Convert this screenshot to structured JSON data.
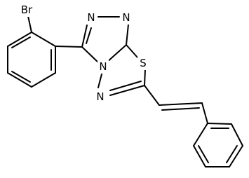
{
  "structure": {
    "atoms": [
      {
        "id": "br",
        "label": "Br"
      },
      {
        "id": "n1",
        "label": "N"
      },
      {
        "id": "n2",
        "label": "N"
      },
      {
        "id": "n3",
        "label": "N"
      },
      {
        "id": "n4",
        "label": "N"
      },
      {
        "id": "s",
        "label": "S"
      }
    ]
  },
  "colors": {
    "bond": "#000000",
    "text": "#000000",
    "background": "#ffffff"
  }
}
